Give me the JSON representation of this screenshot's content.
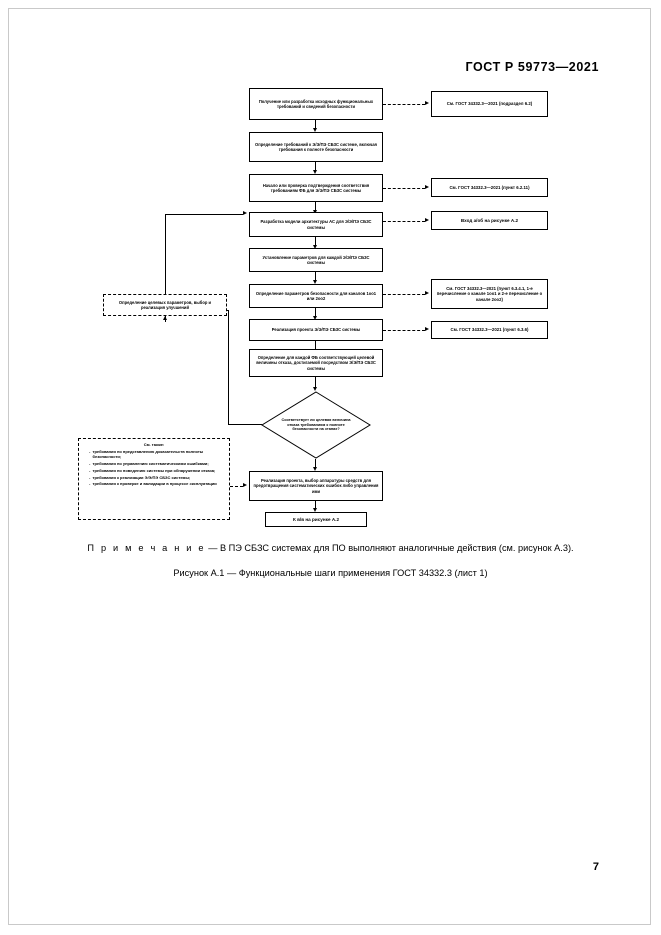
{
  "header": {
    "standard": "ГОСТ Р 59773—2021"
  },
  "page_number": "7",
  "flowchart": {
    "nodes": [
      {
        "id": "n1",
        "text": "Получение или разработка исходных функциональных требований и сведений безопасности"
      },
      {
        "id": "n2",
        "text": "Определение требований к Э/Э/ПЭ СБЗС системе, включая требования к полноте безопасности"
      },
      {
        "id": "n3",
        "text": "Начало или проверка подтверждения соответствия требованиям ФБ для Э/Э/ПЭ СБЗС системы"
      },
      {
        "id": "n4",
        "text": "Разработка модели архитектуры АС для Э/Э/ПЭ СБЗС системы"
      },
      {
        "id": "n5",
        "text": "Установление параметров для каждой Э/Э/ПЭ СБЗС системы"
      },
      {
        "id": "n6",
        "text": "Определение параметров безопасности для каналов 1оо1 или 2оо2"
      },
      {
        "id": "n7",
        "text": "Реализация проекта Э/Э/ПЭ СБЗС системы"
      },
      {
        "id": "n8",
        "text": "Определение для каждой ФБ соответствующей целевой величины отказа, достигаемой посредством Э/Э/ПЭ СБЗС системы"
      },
      {
        "id": "n9",
        "text": "Реализация проекта, выбор аппаратуры средств для предотвращения систематических ошибок либо управления ими"
      },
      {
        "id": "n10",
        "text": "К в/в на рисунке А.2"
      }
    ],
    "decision": {
      "id": "d1",
      "text": "Соответствует ли целевая величина отказа требованиям к полноте безопасности на этапах?"
    },
    "feedback_node": {
      "id": "f1",
      "text": "Определение целевых параметров, выбор и реализация улучшений"
    },
    "references": [
      {
        "id": "r1",
        "text": "См. ГОСТ 34332.3—2021 (подраздел 6.2)"
      },
      {
        "id": "r2",
        "text": "См. ГОСТ 34332.3—2021 (пункт 6.2.11)"
      },
      {
        "id": "r3",
        "text": "Вход а/об на рисунке А.2"
      },
      {
        "id": "r4",
        "text": "См. ГОСТ 34332.3—2021 (пункт 6.3.4.1, 1-е перечисление о канале 1оо1 и 2-е перечисление о канале 2оо2)"
      },
      {
        "id": "r5",
        "text": "См. ГОСТ 34332.3—2021 (пункт 6.3.6)"
      }
    ],
    "side_note": {
      "title": "См. также:",
      "items": [
        "требования по представлению доказательств полноты безопасности;",
        "требования по управлению систематическими ошибками;",
        "требования по поведению системы при обнаружении отказа;",
        "требования к реализации Э/Э/ПЭ СБЗС системы;",
        "требования к проверке и валидации в процессе эксплуатации"
      ]
    }
  },
  "captions": {
    "note_label": "П р и м е ч а н и е",
    "note_text": " — В ПЭ СБЗС системах для ПО выполняют аналогичные действия (см. рисунок А.3).",
    "figure": "Рисунок А.1 — Функциональные шаги применения ГОСТ 34332.3 (лист 1)"
  }
}
